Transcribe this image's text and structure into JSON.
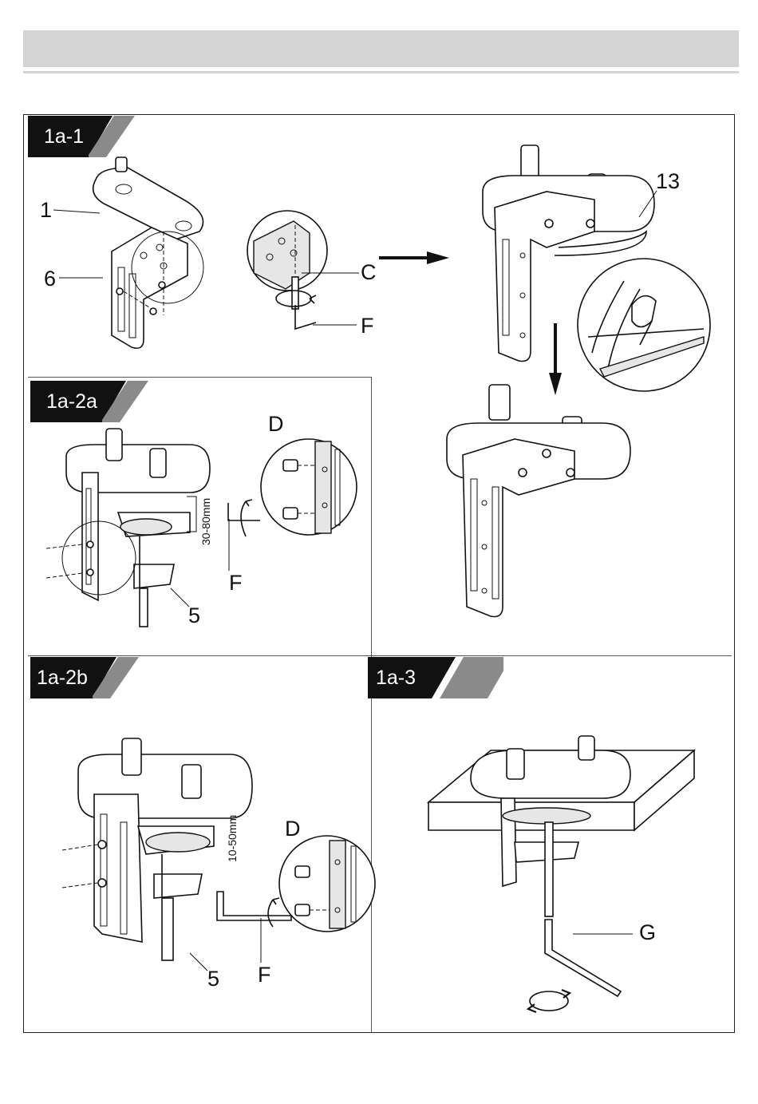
{
  "steps": [
    {
      "id": "1a-1",
      "callouts": {
        "part_1": "1",
        "part_6": "6",
        "screw_c": "C",
        "tool_f": "F",
        "part_13": "13"
      }
    },
    {
      "id": "1a-2a",
      "callouts": {
        "screw_d": "D",
        "tool_f": "F",
        "part_5": "5"
      },
      "dimension": "30-80mm"
    },
    {
      "id": "1a-2b",
      "callouts": {
        "screw_d": "D",
        "tool_f": "F",
        "part_5": "5"
      },
      "dimension": "10-50mm"
    },
    {
      "id": "1a-3",
      "callouts": {
        "tool_g": "G"
      }
    }
  ]
}
